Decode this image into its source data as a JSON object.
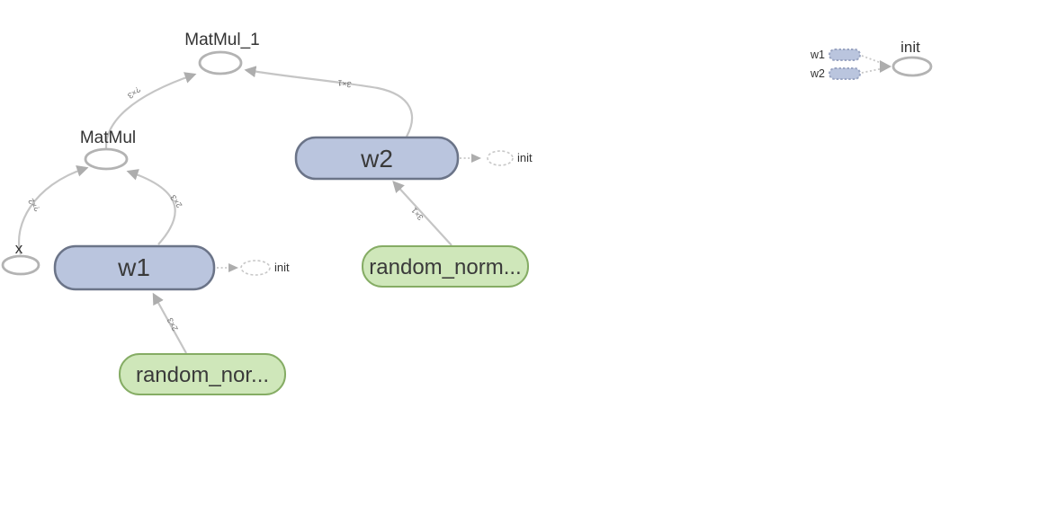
{
  "graph": {
    "nodes": {
      "matmul_1": {
        "label": "MatMul_1",
        "type": "op"
      },
      "matmul": {
        "label": "MatMul",
        "type": "op"
      },
      "x": {
        "label": "x",
        "type": "op"
      },
      "w1": {
        "label": "w1",
        "type": "variable"
      },
      "w2": {
        "label": "w2",
        "type": "variable"
      },
      "random_normal_w1": {
        "label": "random_nor...",
        "type": "op"
      },
      "random_normal_w2": {
        "label": "random_norm...",
        "type": "op"
      }
    },
    "annotations": {
      "w1_init": {
        "label": "init"
      },
      "w2_init": {
        "label": "init"
      }
    },
    "edges": {
      "x_to_matmul": {
        "label": "?×2"
      },
      "w1_to_matmul": {
        "label": "2×3"
      },
      "matmul_to_matmul1": {
        "label": "?×3"
      },
      "w2_to_matmul1": {
        "label": "3×1"
      },
      "random_normal_to_w2": {
        "label": "3×1"
      },
      "random_normal_to_w1": {
        "label": "2×3"
      }
    },
    "aux_cluster": {
      "init": {
        "label": "init"
      },
      "w1_ref": {
        "label": "w1"
      },
      "w2_ref": {
        "label": "w2"
      }
    },
    "colors": {
      "variable_fill": "#bac5de",
      "variable_stroke": "#6b7488",
      "green_fill": "#cfe7ba",
      "green_stroke": "#85ac64",
      "op_ellipse_stroke": "#b3b3b3",
      "edge": "#c5c5c5",
      "arrowhead": "#adadad",
      "node_text": "#3a3a3a",
      "edge_label_text": "#6e6e6e",
      "ghost_stroke": "#c8c8c8",
      "aux_chip_stroke": "#9aa5c2"
    }
  }
}
